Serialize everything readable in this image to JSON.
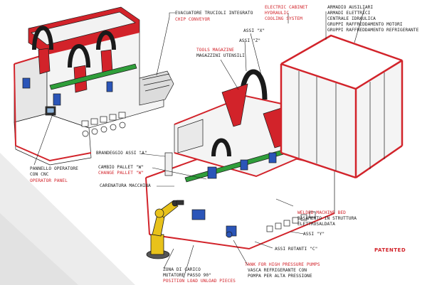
{
  "labels": {
    "evacuatore_it": "EVACUATORE TRUCIOLI INTEGRATO",
    "evacuatore_en": "CHIP CONVEYOR",
    "electric_cabinet_en": "ELECTRIC CABINET",
    "hydraulic_en": "HYDRAULIC",
    "cooling_en": "COOLING SYSTEM",
    "armadio_it": "ARMADIO AUSILIARI",
    "armadi_elettrici_it": "ARMADI ELETTRICI",
    "centrale_it": "CENTRALE IDRAULICA",
    "gruppi_motori_it": "GRUPPI RAFFREDDAMENTO MOTORI",
    "gruppi_refrigerante_it": "GRUPPI RAFFREDDAMENTO REFRIGERANTE",
    "assi_x": "ASSI \"X\"",
    "assi_z": "ASSI \"Z\"",
    "tools_magazine_en": "TOOLS MAGAZINE",
    "magazzini_it": "MAGAZZINI UTENSILI",
    "pannello_it_1": "PANNELLO OPERATORE",
    "pannello_it_2": "CON CNC",
    "operator_panel_en": "OPERATOR PANEL",
    "brandeggio": "BRANDEGGIO ASSI \"A\"",
    "cambio_pallet_it": "CAMBIO PALLET \"W\"",
    "change_pallet_en": "CHANGE PALLET \"W\"",
    "carenatura": "CARENATURA MACCHINA",
    "welded_en": "WELDED MACHINE BED",
    "basamento_it_1": "BASAMENTO IN STRUTTURA",
    "basamento_it_2": "ELETTROSALDATA",
    "assi_y": "ASSI \"Y\"",
    "assi_rotanti": "ASSI ROTANTI \"C\"",
    "patented": "PATENTED",
    "zona_carico_1": "ZONA DI CARICO",
    "zona_carico_2": "MUTATORE PASSO 90°",
    "position_load_en": "POSITION LOAD UNLOAD PIECES",
    "tank_en": "TANK FOR HIGH PRESSURE PUMPS",
    "vasca_it_1": "VASCA REFRIGERANTE CON",
    "vasca_it_2": "POMPA PER ALTA PRESSIONE"
  },
  "colors": {
    "frame_red": "#d2232a",
    "line_black": "#1a1a1a",
    "body_white": "#f4f4f4",
    "spindle_green": "#2f9e3a",
    "part_blue": "#2b55b8",
    "robot_yellow": "#e8c21a",
    "background_triangle": "#ececec"
  },
  "icons": [
    "machining-center-left",
    "machining-center-main",
    "electric-cabinet",
    "loading-robot",
    "pallet-changer"
  ]
}
